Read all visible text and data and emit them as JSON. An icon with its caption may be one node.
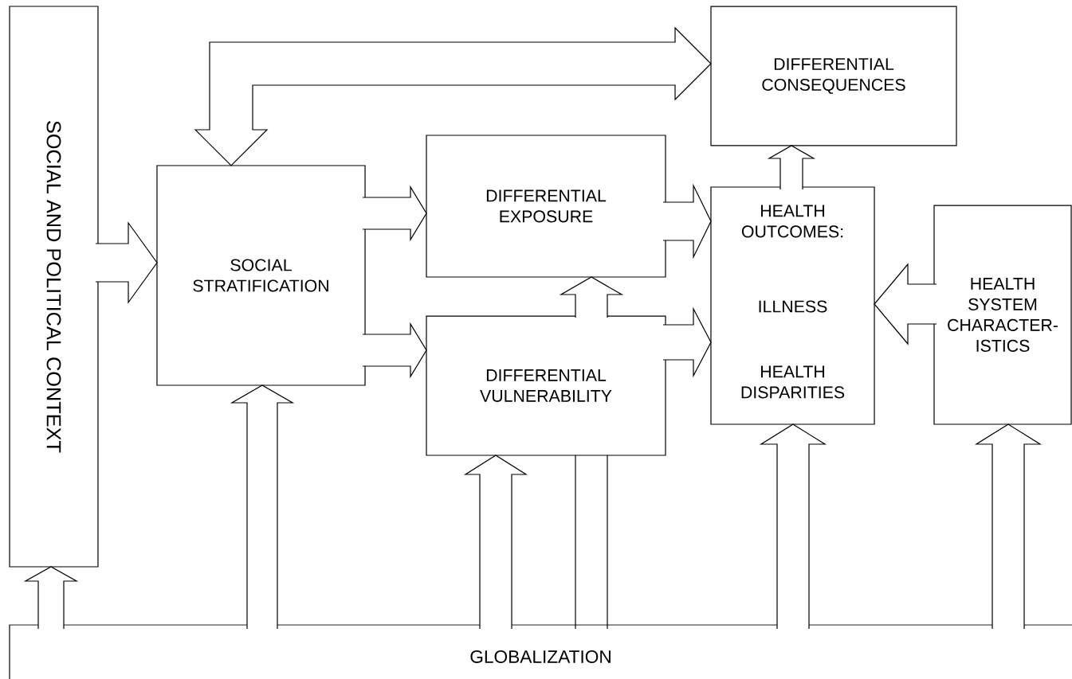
{
  "diagram": {
    "nodes": [
      {
        "text": [
          "SOCIAL AND POLITICAL CONTEXT"
        ]
      },
      {
        "text": [
          "SOCIAL STRATIFICATION"
        ]
      },
      {
        "text": [
          "DIFFERENTIAL CONSEQUENCES"
        ]
      },
      {
        "text": [
          "DIFFERENTIAL EXPOSURE"
        ]
      },
      {
        "text": [
          "HEALTH OUTCOMES:",
          "ILLNESS",
          "HEALTH DISPARITIES"
        ]
      },
      {
        "text": [
          "DIFFERENTIAL VULNERABILITY"
        ]
      },
      {
        "text": [
          "HEALTH SYSTEM CHARACTER-ISTICS"
        ]
      },
      {
        "text": [
          "GLOBALIZATION"
        ]
      }
    ],
    "edges": [
      {
        "from": 1,
        "to": 2,
        "arrow": "both"
      },
      {
        "from": 0,
        "to": 1,
        "arrow": "to"
      },
      {
        "from": 1,
        "to": 3,
        "arrow": "to"
      },
      {
        "from": 1,
        "to": 5,
        "arrow": "to"
      },
      {
        "from": 3,
        "to": 4,
        "arrow": "to"
      },
      {
        "from": 5,
        "to": 4,
        "arrow": "to"
      },
      {
        "from": 4,
        "to": 2,
        "arrow": "to"
      },
      {
        "from": 6,
        "to": 4,
        "arrow": "to"
      },
      {
        "from": 7,
        "to": 0,
        "arrow": "to"
      },
      {
        "from": 7,
        "to": 1,
        "arrow": "to"
      },
      {
        "from": 7,
        "to": 5,
        "arrow": "to"
      },
      {
        "from": 7,
        "to": 5,
        "arrow": "none"
      },
      {
        "from": 5,
        "to": 3,
        "arrow": "to"
      },
      {
        "from": 7,
        "to": 4,
        "arrow": "to"
      },
      {
        "from": 7,
        "to": 6,
        "arrow": "to"
      }
    ]
  }
}
